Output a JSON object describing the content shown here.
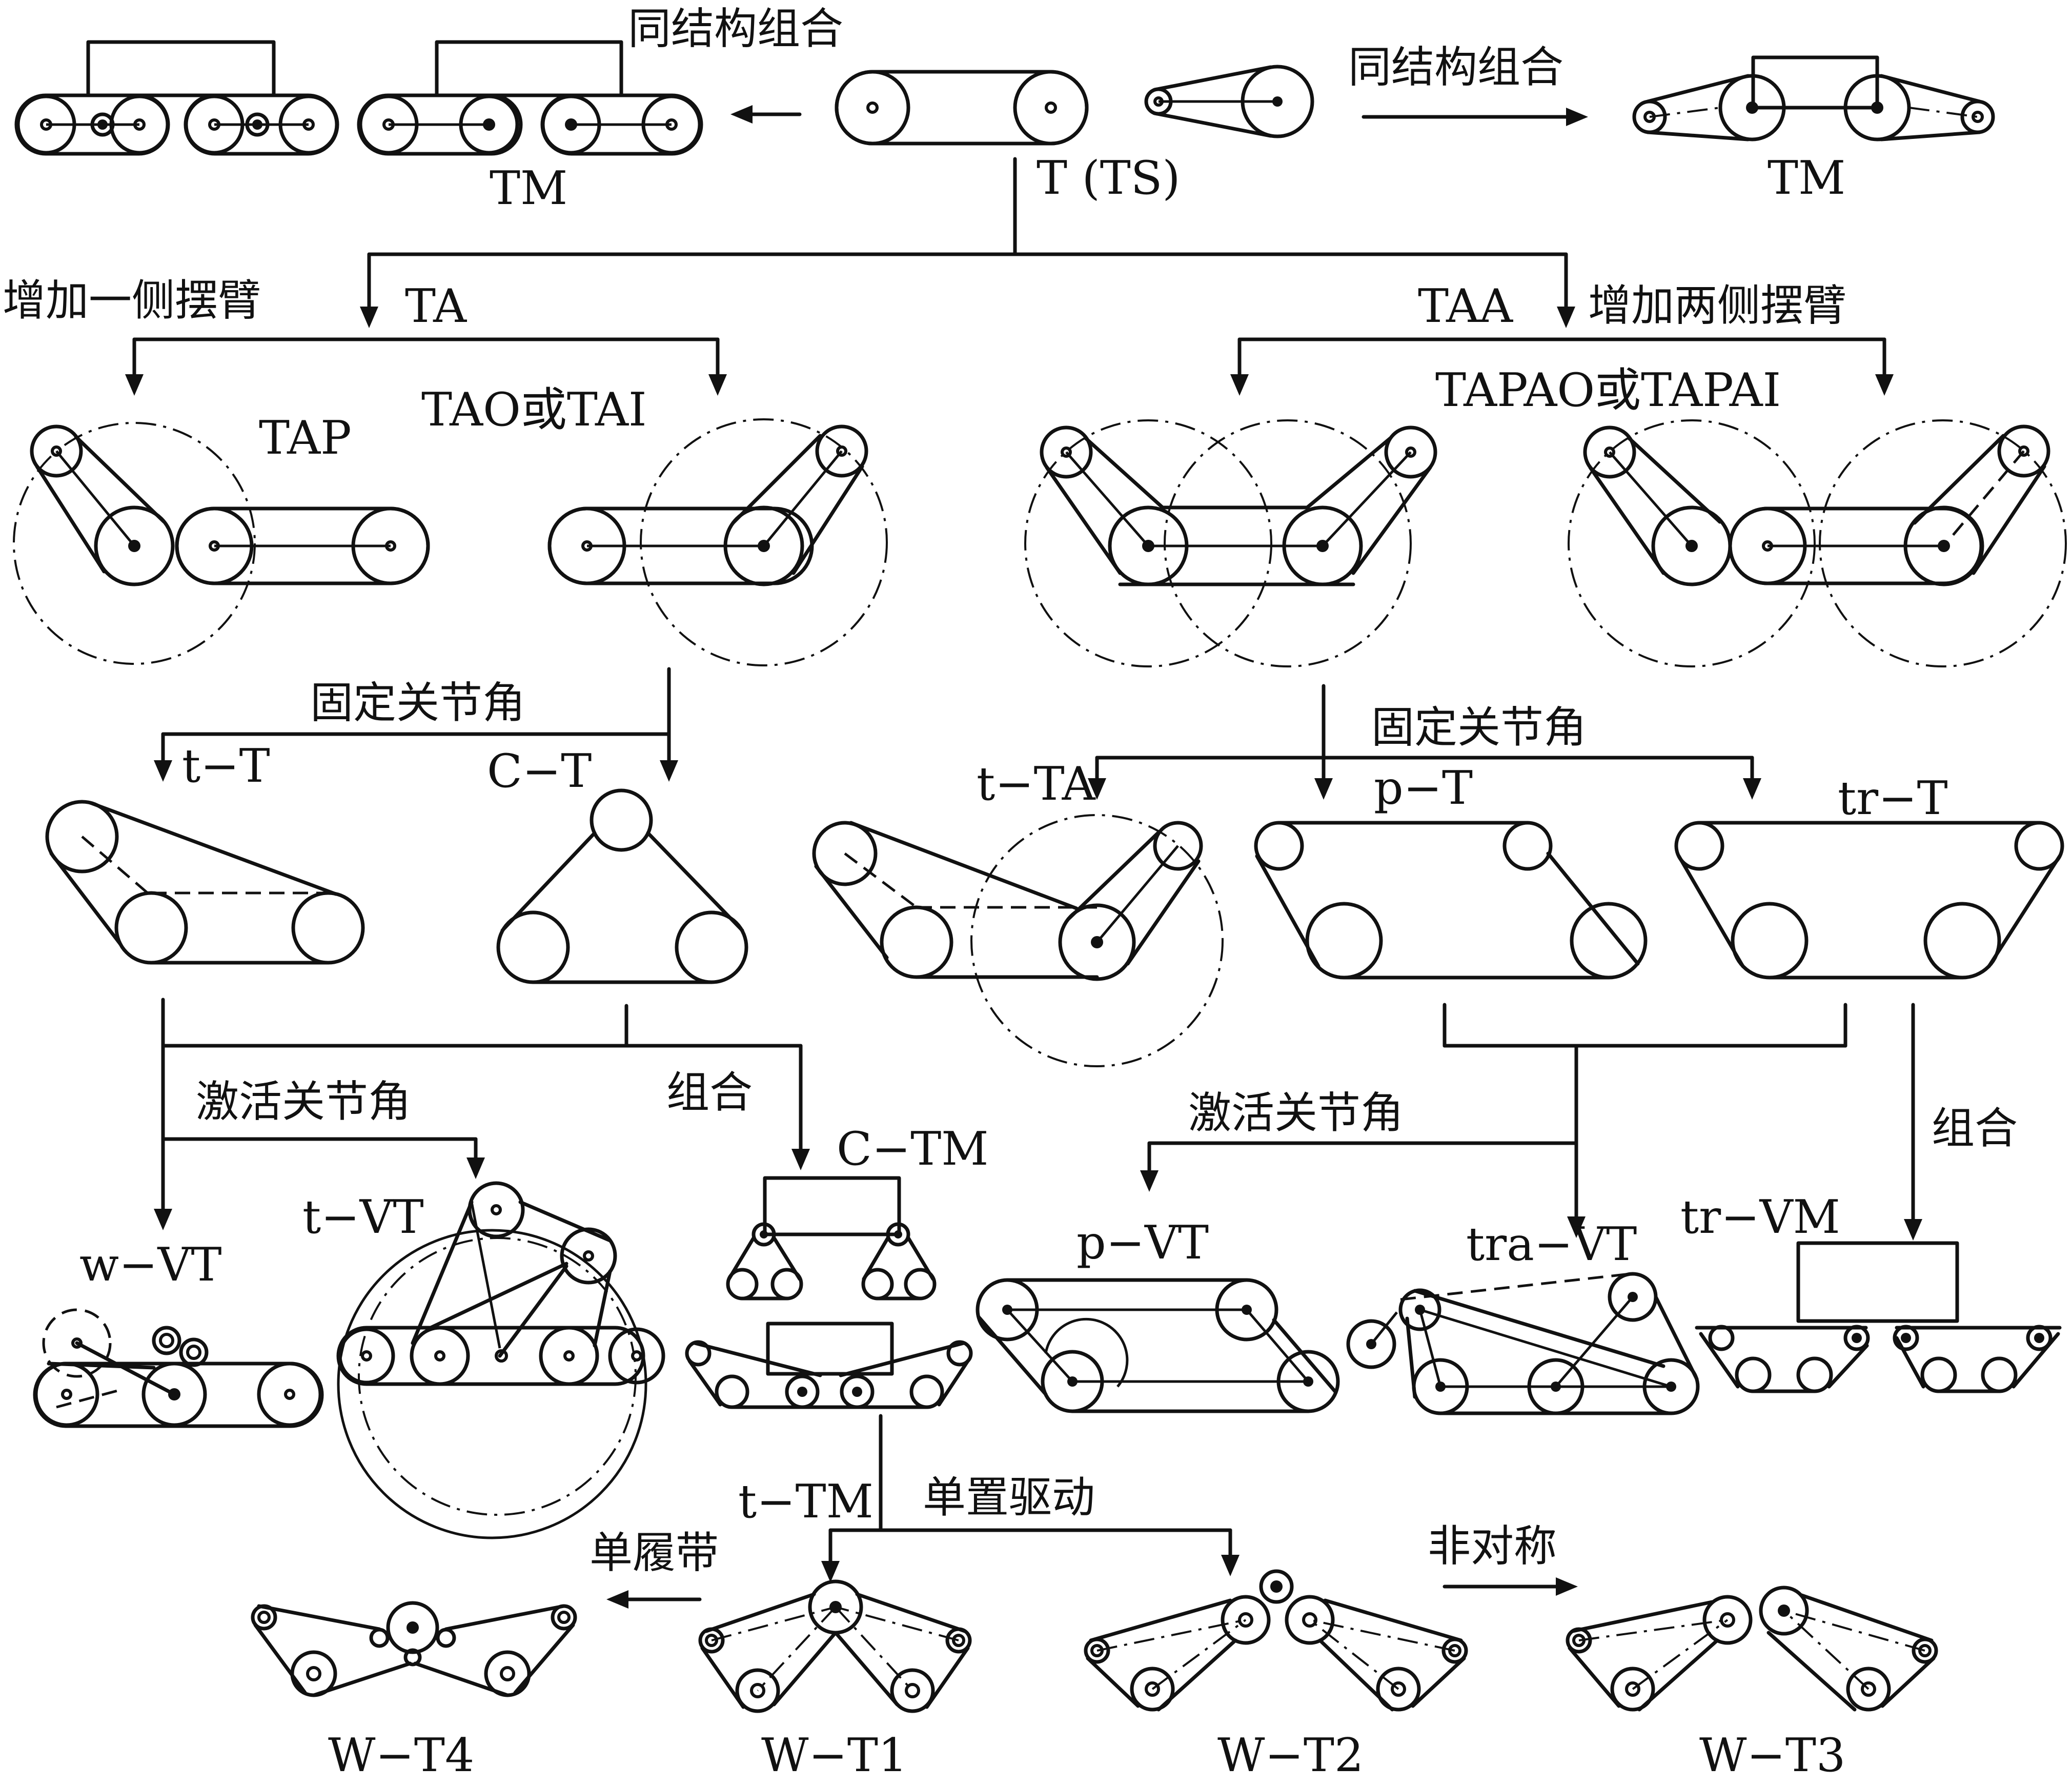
{
  "colors": {
    "ink": "#111111",
    "background": "#ffffff"
  },
  "labels": {
    "same_combine_left": "同结构组合",
    "same_combine_right": "同结构组合",
    "tm_left": "TM",
    "tm_right": "TM",
    "t_ts": "T (TS)",
    "add_one_arm": "增加一侧摆臂",
    "ta": "TA",
    "taa": "TAA",
    "add_two_arms": "增加两侧摆臂",
    "tap": "TAP",
    "tao_tai": "TAO或TAI",
    "tapao_tapai": "TAPAO或TAPAI",
    "fix_angle_left": "固定关节角",
    "fix_angle_right": "固定关节角",
    "t_t": "t−T",
    "c_t": "C−T",
    "t_ta": "t−TA",
    "p_t": "p−T",
    "tr_t": "tr−T",
    "activate_left": "激活关节角",
    "combine_mid": "组合",
    "c_tm": "C−TM",
    "activate_right": "激活关节角",
    "combine_right": "组合",
    "w_vt": "w−VT",
    "t_vt": "t−VT",
    "p_vt": "p−VT",
    "tra_vt": "tra−VT",
    "tr_vm": "tr−VM",
    "t_tm": "t−TM",
    "single_drive": "单置驱动",
    "single_track": "单履带",
    "asymmetric": "非对称",
    "w_t4": "W−T4",
    "w_t1": "W−T1",
    "w_t2": "W−T2",
    "w_t3": "W−T3"
  }
}
